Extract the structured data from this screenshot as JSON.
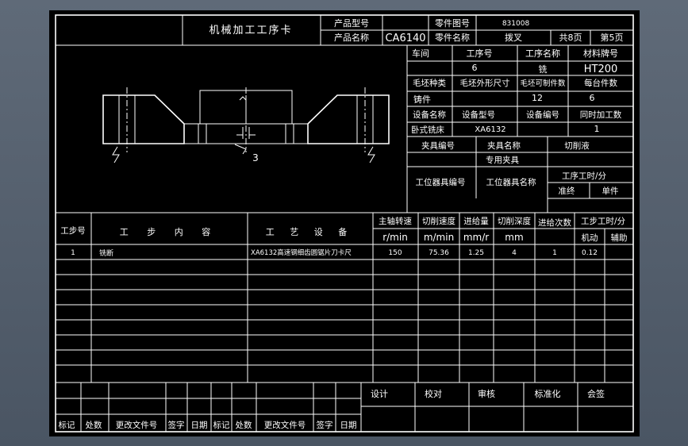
{
  "header": {
    "title": "机械加工工序卡",
    "product_model_label": "产品型号",
    "part_drawing_label": "零件图号",
    "part_drawing_value": "831008",
    "product_name_label": "产品名称",
    "product_name_value": "CA6140",
    "part_name_label": "零件名称",
    "part_name_value": "拨叉",
    "total_pages": "共8页",
    "page_no": "第5页"
  },
  "info": {
    "workshop_label": "车间",
    "op_no_label": "工序号",
    "op_no_value": "6",
    "op_name_label": "工序名称",
    "op_name_value": "铣",
    "material_label": "材料牌号",
    "material_value": "HT200",
    "blank_type_label": "毛坯种类",
    "blank_size_label": "毛坯外形尺寸",
    "blank_count_label": "毛坯可制件数",
    "per_machine_label": "每台件数",
    "blank_type_value": "铸件",
    "blank_count_value": "12",
    "per_machine_value": "6",
    "equip_name_label": "设备名称",
    "equip_model_label": "设备型号",
    "equip_no_label": "设备编号",
    "simul_label": "同时加工数",
    "equip_name_value": "卧式铣床",
    "equip_model_value": "XA6132",
    "simul_value": "1",
    "fixture_no_label": "夹具编号",
    "fixture_name_label": "夹具名称",
    "coolant_label": "切削液",
    "fixture_name_value": "专用夹具",
    "station_no_label": "工位器具编号",
    "station_name_label": "工位器具名称",
    "op_time_label": "工序工时/分",
    "prep_label": "准终",
    "unit_label": "单件"
  },
  "drawing": {
    "dim_label": "3"
  },
  "steps": {
    "headers": {
      "step_no": "工步号",
      "content": "工 步 内 容",
      "equipment": "工 艺 设 备",
      "spindle": "主轴转速",
      "speed": "切削速度",
      "feed": "进给量",
      "depth": "切削深度",
      "passes": "进给次数",
      "time": "工步工时/分",
      "spindle_unit": "r/min",
      "speed_unit": "m/min",
      "feed_unit": "mm/r",
      "depth_unit": "mm",
      "machine_time": "机动",
      "aux_time": "辅助"
    },
    "rows": [
      {
        "no": "1",
        "content": "铣断",
        "equipment": "XA6132高速钢细齿圆锯片刀卡尺",
        "spindle": "150",
        "speed": "75.36",
        "feed": "1.25",
        "depth": "4",
        "passes": "1",
        "machine": "0.12",
        "aux": ""
      }
    ]
  },
  "footer": {
    "design": "设计",
    "check": "校对",
    "review": "审核",
    "standard": "标准化",
    "countersign": "会签",
    "rev_labels": [
      "标记",
      "处数",
      "更改文件号",
      "签字",
      "日期",
      "标记",
      "处数",
      "更改文件号",
      "签字",
      "日期"
    ]
  }
}
